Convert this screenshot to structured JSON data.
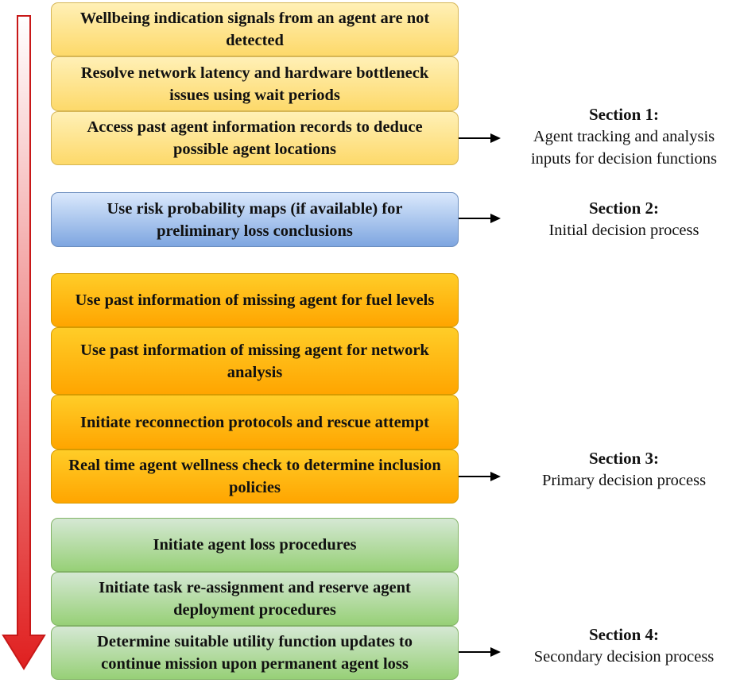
{
  "boxes": [
    {
      "text": "Wellbeing indication signals from an agent are not detected",
      "color": "yellow"
    },
    {
      "text": "Resolve network latency and hardware bottleneck issues using wait periods",
      "color": "yellow"
    },
    {
      "text": "Access past agent information records to deduce possible agent locations",
      "color": "yellow"
    },
    {
      "text": "Use risk probability maps (if available) for preliminary loss conclusions",
      "color": "blue"
    },
    {
      "text": "Use past information of missing agent for fuel levels",
      "color": "orange"
    },
    {
      "text": "Use past information of missing agent for network analysis",
      "color": "orange"
    },
    {
      "text": "Initiate reconnection protocols and rescue attempt",
      "color": "orange"
    },
    {
      "text": "Real time agent wellness check to determine inclusion policies",
      "color": "orange"
    },
    {
      "text": "Initiate agent loss procedures",
      "color": "green"
    },
    {
      "text": "Initiate task re-assignment and reserve agent deployment procedures",
      "color": "green"
    },
    {
      "text": "Determine suitable utility function updates to continue mission upon permanent agent loss",
      "color": "green"
    }
  ],
  "sections": [
    {
      "title": "Section 1:",
      "desc": "Agent tracking and analysis\ninputs for decision functions"
    },
    {
      "title": "Section 2:",
      "desc": "Initial decision process"
    },
    {
      "title": "Section 3:",
      "desc": "Primary decision process"
    },
    {
      "title": "Section 4:",
      "desc": "Secondary decision process"
    }
  ],
  "colors": {
    "main_arrow_top": "#ffffff",
    "main_arrow_bottom": "#e02020",
    "main_arrow_stroke": "#c81818"
  }
}
